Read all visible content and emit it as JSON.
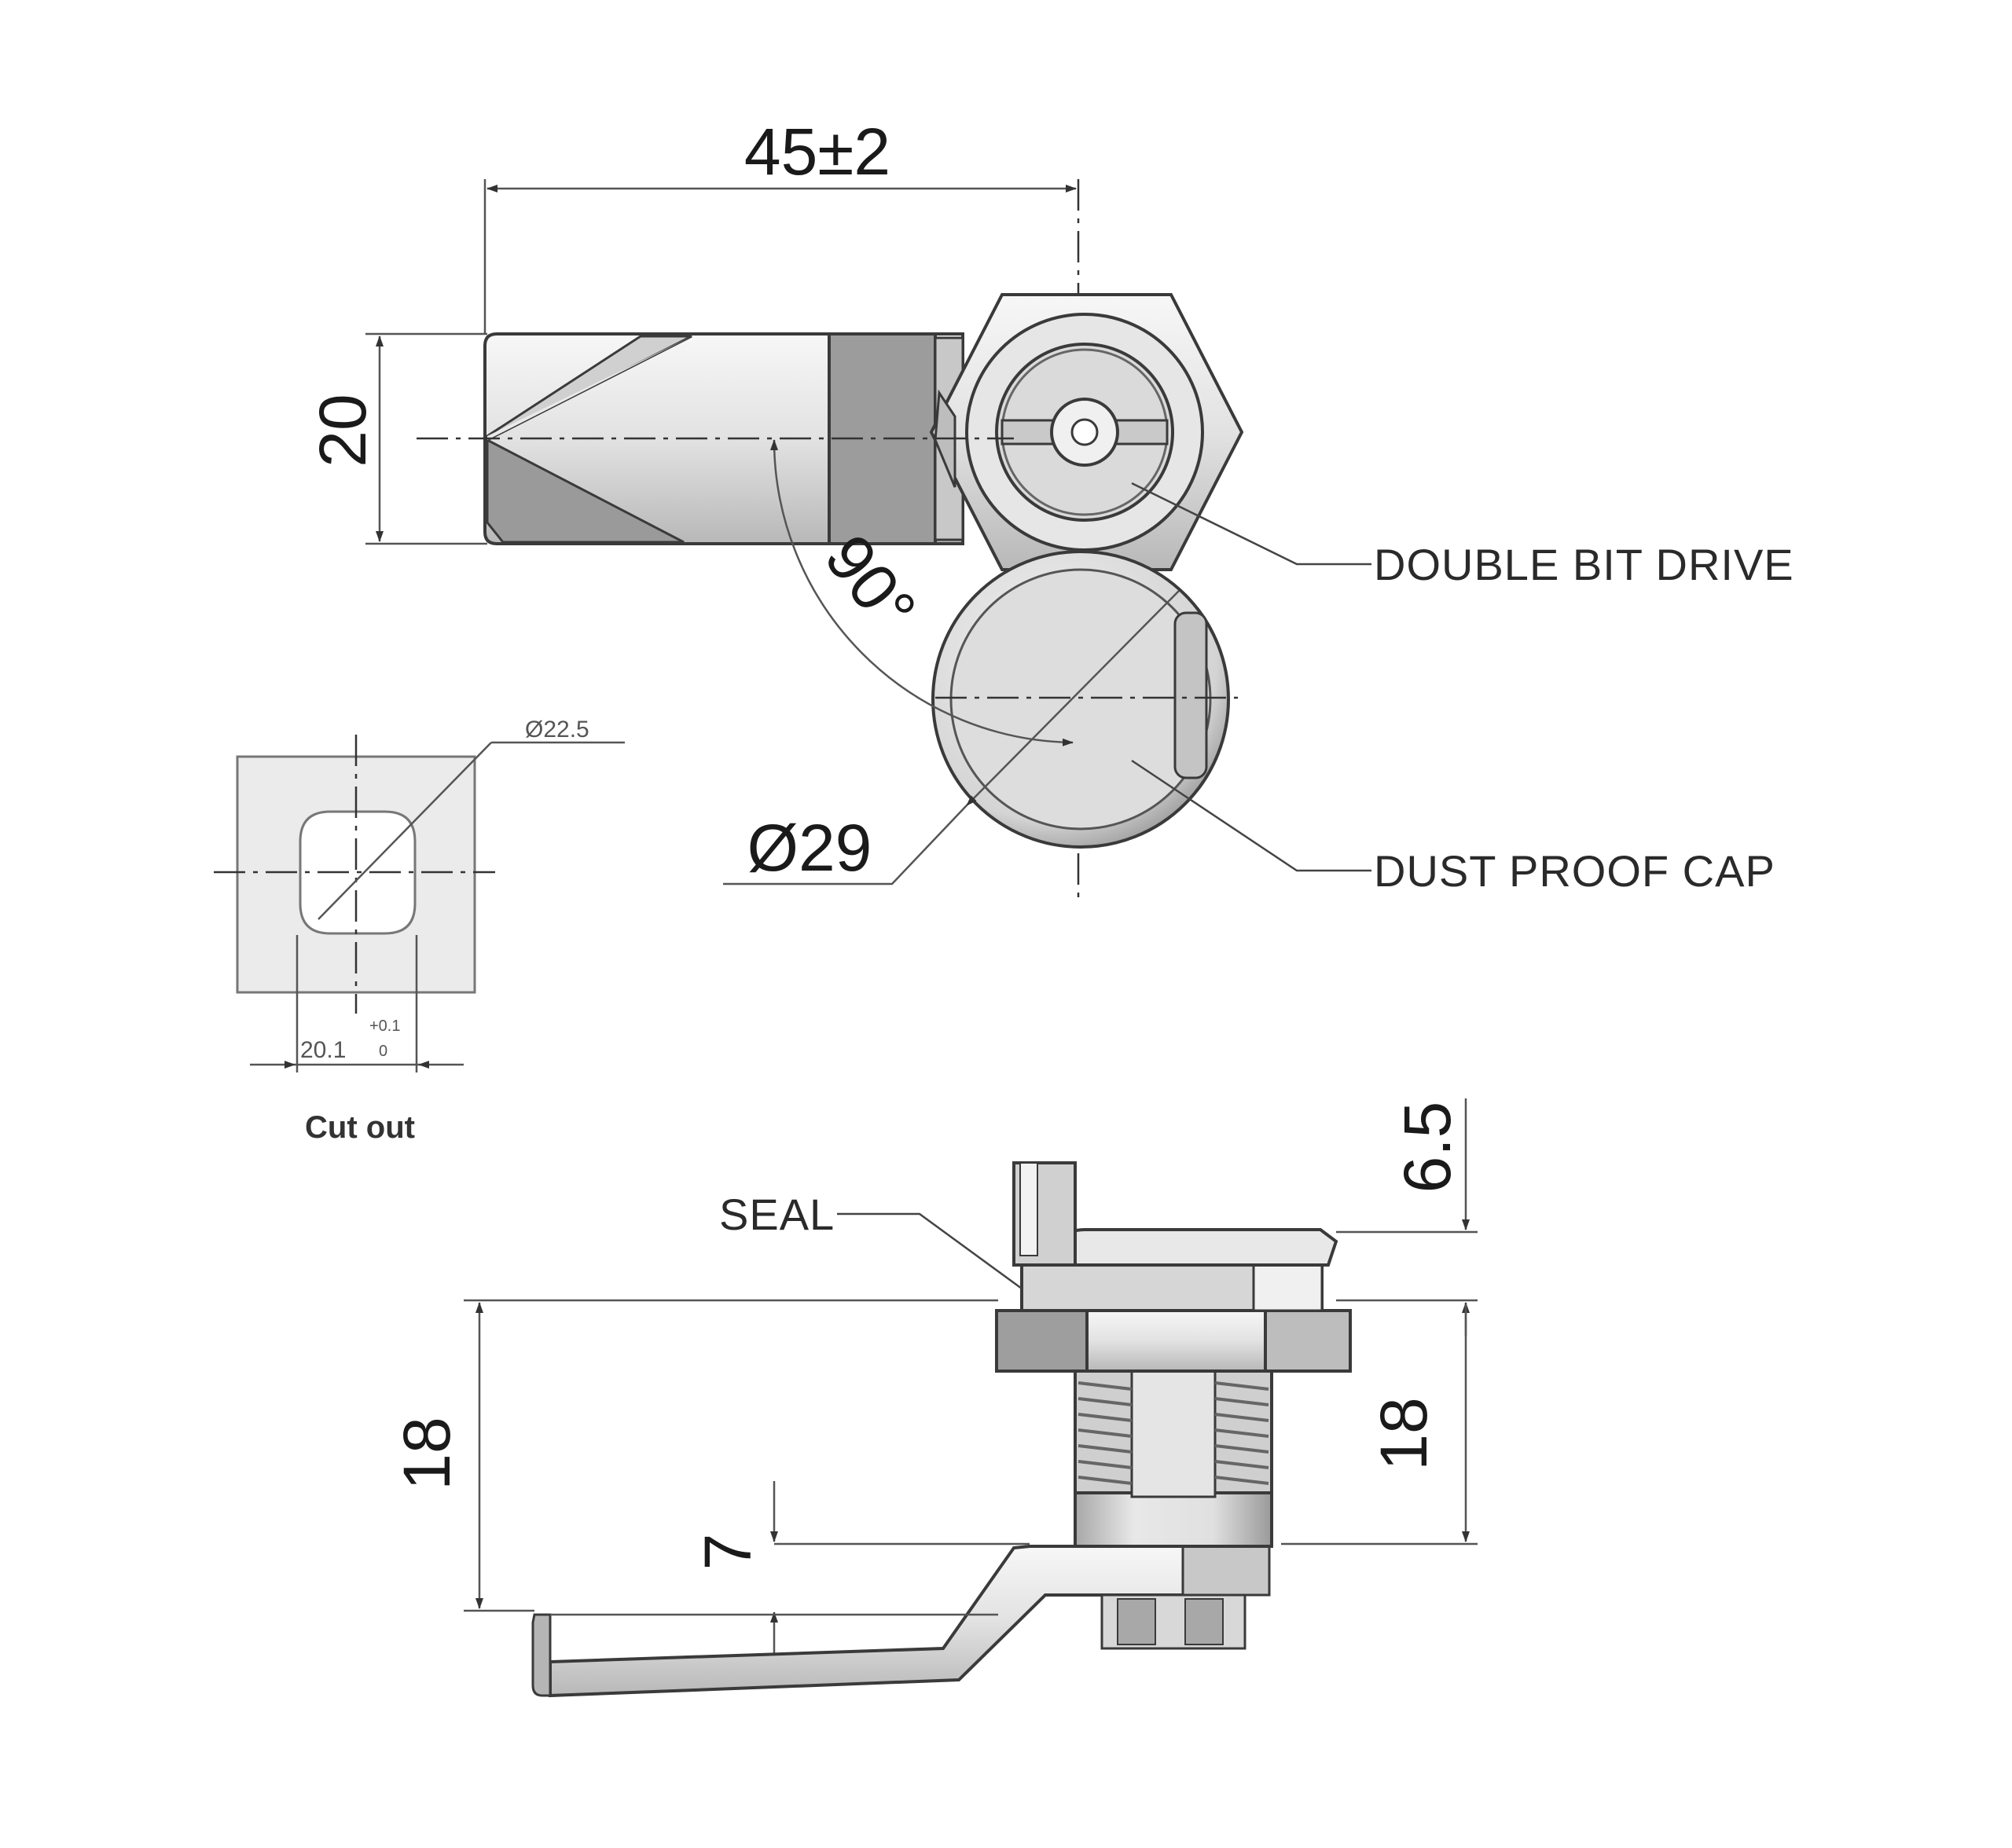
{
  "top_view": {
    "dim_length": "45±2",
    "dim_height": "20",
    "dim_angle": "90°",
    "dim_cap_diameter": "Ø29",
    "callout_drive": "DOUBLE BIT DRIVE",
    "callout_cap": "DUST PROOF CAP"
  },
  "cutout": {
    "dim_diameter": "Ø22.5",
    "dim_width": "20.1",
    "tol_upper": "+0.1",
    "tol_lower": "0",
    "caption": "Cut out"
  },
  "side_view": {
    "callout_seal": "SEAL",
    "dim_cap_height": "6.5",
    "dim_left_height": "18",
    "dim_right_height": "18",
    "dim_offset": "7"
  },
  "colors": {
    "line": "#333333",
    "metal_light": "#eeeeee",
    "metal_mid": "#cfcfcf",
    "metal_dark": "#8a8a8a"
  }
}
